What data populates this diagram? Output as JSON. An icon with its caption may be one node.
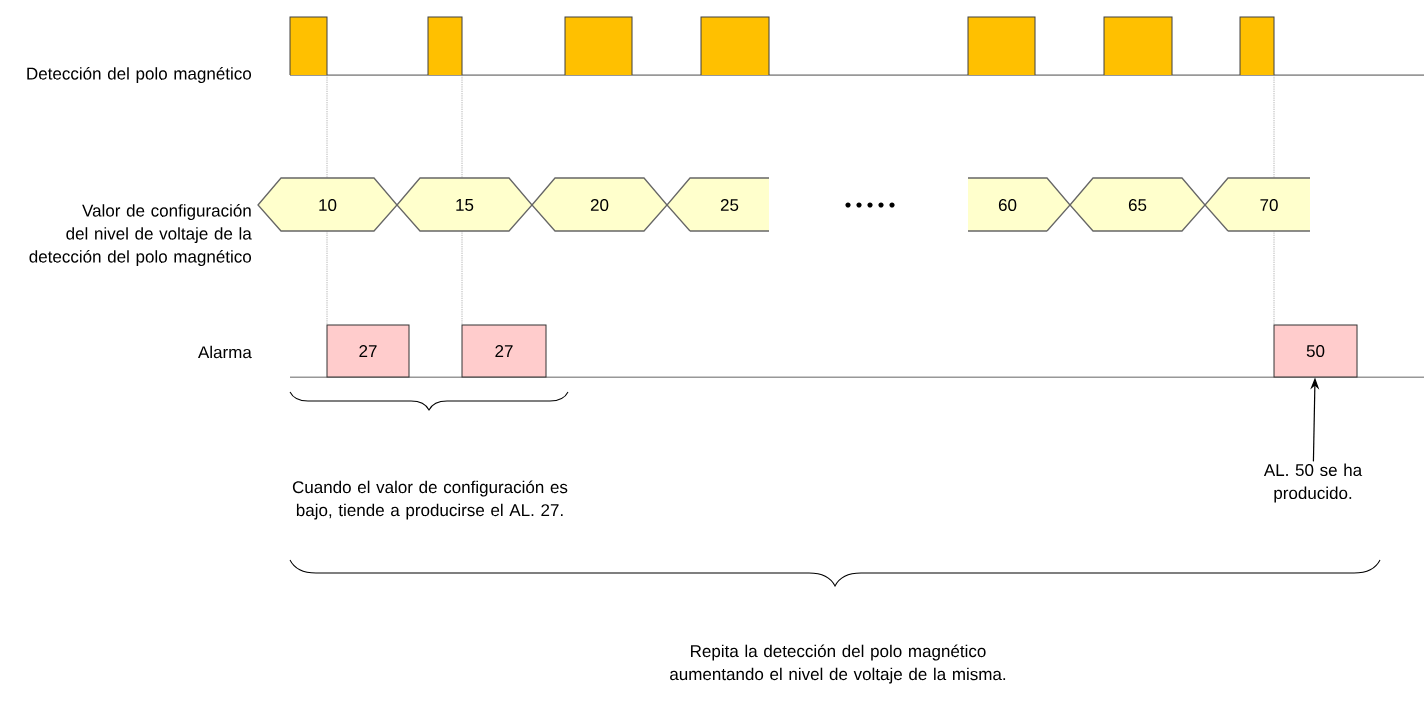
{
  "diagram": {
    "nodes": [
      {
        "text": [
          "10"
        ]
      },
      {
        "text": [
          "15"
        ]
      },
      {
        "text": [
          "20"
        ]
      },
      {
        "text": [
          "25"
        ]
      },
      {
        "text": [
          "60"
        ]
      },
      {
        "text": [
          "65"
        ]
      },
      {
        "text": [
          "70"
        ]
      },
      {
        "text": [
          "27"
        ]
      },
      {
        "text": [
          "27"
        ]
      },
      {
        "text": [
          "50"
        ]
      },
      {
        "text": [
          "AL. 50 se ha producido."
        ]
      }
    ],
    "edges": [
      {
        "from": 10,
        "to": 9,
        "arrow": "to"
      }
    ],
    "labels": [
      "Detección del polo magnético",
      "Valor de configuración del nivel de voltaje de la detección del polo magnético",
      "Alarma",
      "Cuando el valor de configuración es bajo, tiende a producirse el AL. 27.",
      "Repita la detección del polo magnético aumentando el nivel de voltaje de la misma."
    ]
  }
}
